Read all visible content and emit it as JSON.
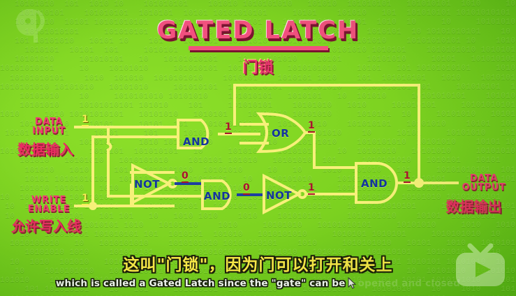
{
  "title": {
    "main": "GATED LATCH",
    "chinese": "门锁"
  },
  "watermarks": {
    "top_left_icon": "pbs-head-logo",
    "bottom_right_icon": "tv-play-logo"
  },
  "circuit": {
    "labels": {
      "data_input_en_line1": "DATA",
      "data_input_en_line2": "INPUT",
      "data_input_cn": "数据输入",
      "write_enable_en_line1": "WRITE",
      "write_enable_en_line2": "ENABLE",
      "write_enable_cn": "允许写入线",
      "data_output_en_line1": "DATA",
      "data_output_en_line2": "OUTPUT",
      "data_output_cn": "数据输出"
    },
    "gates": [
      {
        "id": "and-top",
        "label": "AND"
      },
      {
        "id": "or",
        "label": "OR"
      },
      {
        "id": "not-left",
        "label": "NOT"
      },
      {
        "id": "and-mid",
        "label": "AND"
      },
      {
        "id": "not-mid",
        "label": "NOT"
      },
      {
        "id": "and-right",
        "label": "AND"
      }
    ],
    "signals": [
      {
        "id": "data-input-value",
        "value": "1",
        "color": "#f6ef57"
      },
      {
        "id": "write-enable-value",
        "value": "1",
        "color": "#f6ef57"
      },
      {
        "id": "and-top-out",
        "value": "1",
        "color": "#a8142e"
      },
      {
        "id": "or-out",
        "value": "1",
        "color": "#a8142e"
      },
      {
        "id": "not-left-out",
        "value": "0",
        "color": "#a8142e"
      },
      {
        "id": "and-mid-out",
        "value": "0",
        "color": "#a8142e"
      },
      {
        "id": "not-mid-out",
        "value": "1",
        "color": "#a8142e"
      },
      {
        "id": "and-right-out",
        "value": "1",
        "color": "#a8142e"
      }
    ],
    "wire_color": "#f7f07a",
    "blue_wire_color": "#1e3fa0",
    "gate_text_color": "#14359e"
  },
  "subtitles": {
    "chinese": "这叫\"门锁\"，因为门可以打开和关上",
    "english": "which is called a Gated Latch since the \"gate\" can be",
    "english_faded": "opened and closed"
  }
}
